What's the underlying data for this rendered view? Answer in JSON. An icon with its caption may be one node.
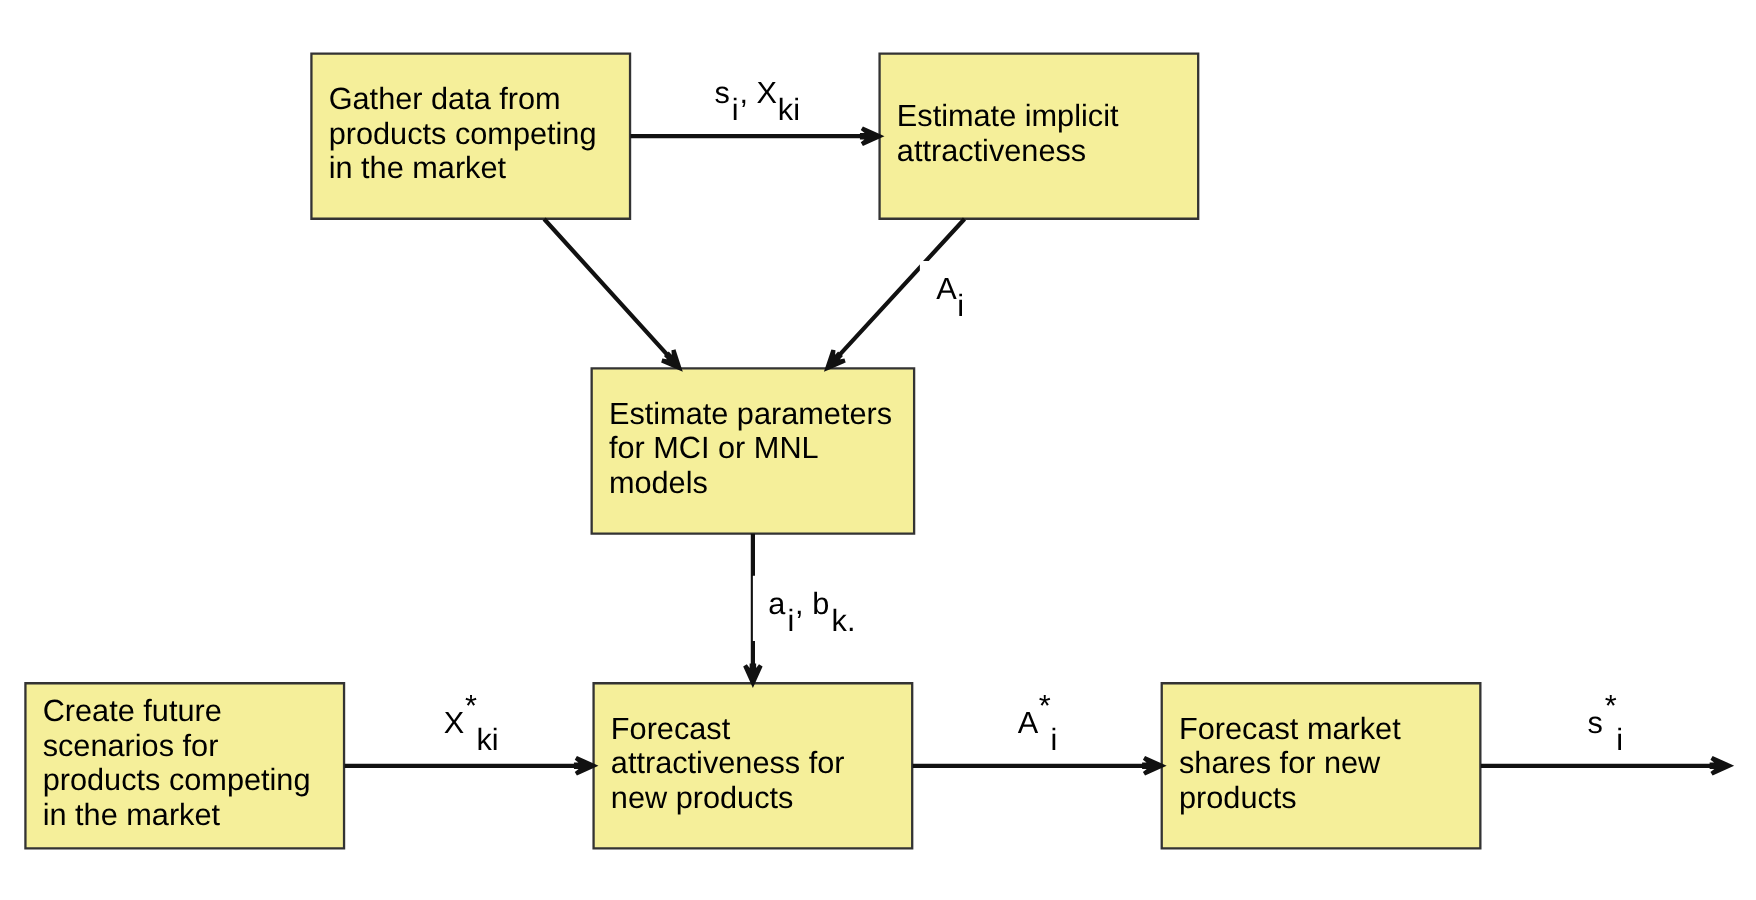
{
  "diagram": {
    "nodes": [
      {
        "text": [
          "Gather data from products competing in the market"
        ]
      },
      {
        "text": [
          "Estimate implicit attractiveness"
        ]
      },
      {
        "text": [
          "Estimate parameters for MCI or MNL models"
        ]
      },
      {
        "text": [
          "Create future scenarios for products competing in the market"
        ]
      },
      {
        "text": [
          "Forecast attractiveness for new products"
        ]
      },
      {
        "text": [
          "Forecast market shares for new products"
        ]
      }
    ],
    "edges": [
      {
        "from": 0,
        "to": 1,
        "arrow": "to",
        "label": "s$_{i}$, X$_{ki}$"
      },
      {
        "from": 0,
        "to": 2,
        "arrow": "to"
      },
      {
        "from": 1,
        "to": 2,
        "arrow": "to",
        "label": "A$_{i}$"
      },
      {
        "from": 2,
        "to": 4,
        "arrow": "to",
        "label": "a$_{i}$, b$_{k.}$"
      },
      {
        "from": 3,
        "to": 4,
        "arrow": "to",
        "label": "X$^{*}$$_{ki}$"
      },
      {
        "from": 4,
        "to": 5,
        "arrow": "to",
        "label": "A$^{*}$$_{i}$"
      },
      {
        "from": 5,
        "to": null,
        "arrow": "to",
        "label": "s$^{*}$$_{i}$"
      }
    ]
  }
}
